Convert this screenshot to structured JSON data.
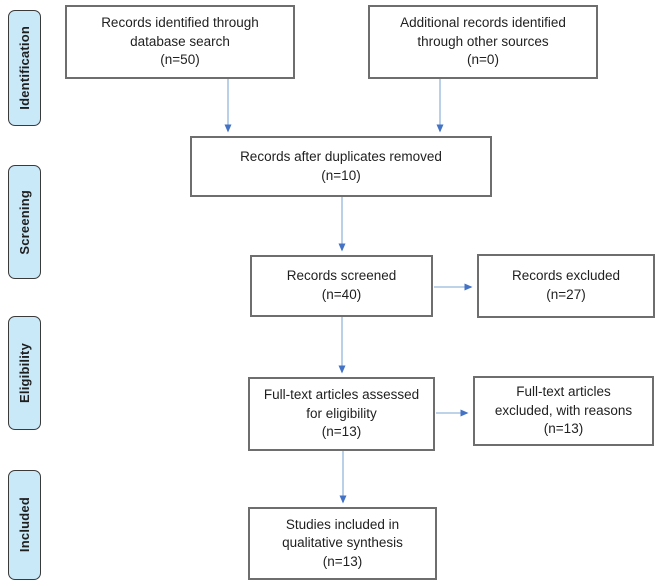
{
  "diagram": {
    "kind": "prisma-flow",
    "stages": [
      {
        "id": "identification",
        "label": "Identification"
      },
      {
        "id": "screening",
        "label": "Screening"
      },
      {
        "id": "eligibility",
        "label": "Eligibility"
      },
      {
        "id": "included",
        "label": "Included"
      }
    ],
    "boxes": {
      "identified": {
        "lines": [
          "Records identified through",
          "database search",
          "(n=50)"
        ]
      },
      "additional": {
        "lines": [
          "Additional records identified",
          "through other sources",
          "(n=0)"
        ]
      },
      "duplicates": {
        "lines": [
          "Records after duplicates removed",
          "(n=10)"
        ]
      },
      "screened": {
        "lines": [
          "Records screened",
          "(n=40)"
        ]
      },
      "excluded": {
        "lines": [
          "Records excluded",
          "(n=27)"
        ]
      },
      "fulltext": {
        "lines": [
          "Full-text articles assessed",
          "for eligibility",
          "(n=13)"
        ]
      },
      "ft_excluded": {
        "lines": [
          "Full-text articles",
          "excluded, with reasons",
          "(n=13)"
        ]
      },
      "included_synth": {
        "lines": [
          "Studies included in",
          "qualitative synthesis",
          "(n=13)"
        ]
      }
    },
    "counts": {
      "identified": 50,
      "additional": 0,
      "after_duplicates": 10,
      "screened": 40,
      "excluded": 27,
      "fulltext_assessed": 13,
      "fulltext_excluded": 13,
      "included_qualitative": 13
    },
    "colors": {
      "stage-fill": "#c9e8f8",
      "stage-border": "#3a3a3a",
      "box-border": "#6e6e6e",
      "arrow-line": "#a9c3e3",
      "arrow-head": "#4473c5",
      "text-color": "#1f1f1f"
    }
  }
}
